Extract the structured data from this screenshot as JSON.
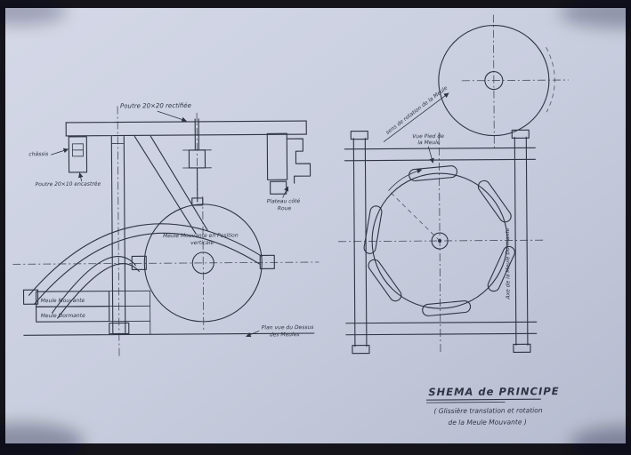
{
  "title": {
    "main": "SHEMA de PRINCIPE",
    "sub1": "( Glissière translation et rotation",
    "sub2": "de la Meule Mouvante )"
  },
  "elevation": {
    "label_beam_top": "Poutre 20×20 rectifiée",
    "label_chassis": "châssis",
    "label_beam_embedded": "Poutre 20×10 encastrée",
    "label_wheel_line1": "Meule Mouvante en Position",
    "label_wheel_line2": "verticale",
    "label_box_mouvante": "Meule Mouvante",
    "label_box_dormante": "Meule Dormante",
    "label_plan_ref_line1": "Plan vue du Dessus",
    "label_plan_ref_line2": "des Meules",
    "label_plateau_line1": "Plateau côté",
    "label_plateau_line2": "Roue"
  },
  "plan": {
    "label_rotation": "sens de rotation de la Meule",
    "label_pied_line1": "Vue Pied de",
    "label_pied_line2": "la Meule",
    "label_axe_dormante": "Axe de la Meule Dormante"
  },
  "colors": {
    "ink": "#2e3442",
    "paper": "#c9cedf"
  }
}
